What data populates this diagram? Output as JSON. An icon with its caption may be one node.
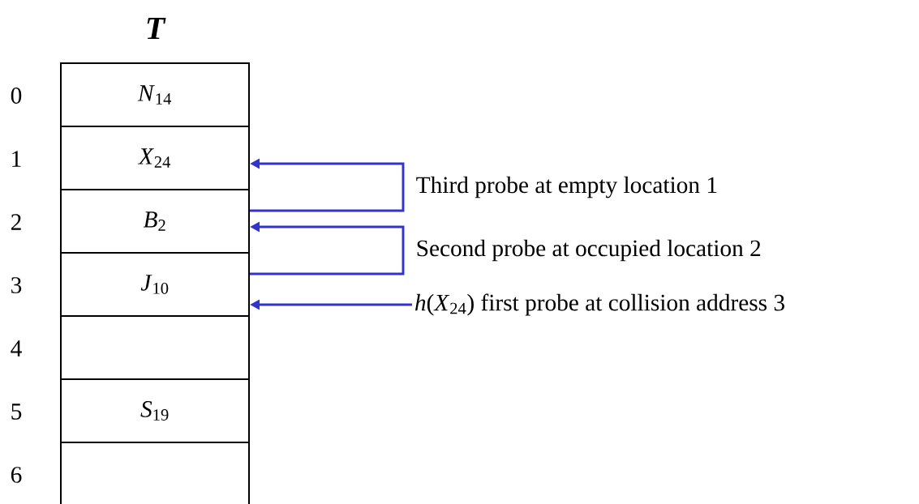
{
  "diagram": {
    "title": "T",
    "nodes": [
      {
        "text": [
          "*N*$_{14}$"
        ]
      },
      {
        "text": [
          "*X*$_{24}$"
        ]
      },
      {
        "text": [
          "*B*$_{2}$"
        ]
      },
      {
        "text": [
          "*J*$_{10}$"
        ]
      },
      {
        "text": [],
        "shape": "box"
      },
      {
        "text": [
          "*S*$_{19}$"
        ]
      },
      {
        "text": [],
        "shape": "box"
      },
      {
        "text": [
          "*h*(*X*$_{24}$) first probe at collision address 3"
        ]
      }
    ],
    "edges": [
      {
        "from": 2,
        "to": 1,
        "arrow": "to",
        "label": "Third probe at empty location 1"
      },
      {
        "from": 3,
        "to": 2,
        "arrow": "to",
        "label": "Second probe at occupied location 2"
      },
      {
        "from": 7,
        "to": 3,
        "arrow": "to"
      }
    ],
    "labels": [
      "0",
      "1",
      "2",
      "3",
      "4",
      "5",
      "6"
    ]
  }
}
